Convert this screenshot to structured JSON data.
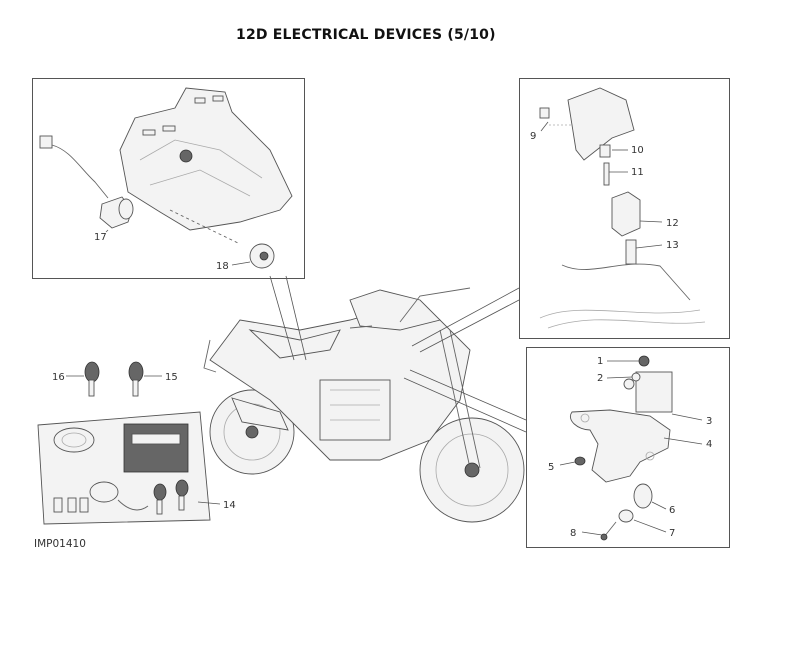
{
  "header": {
    "title": "12D ELECTRICAL DEVICES (5/10)"
  },
  "figure": {
    "code": "IMP01410"
  },
  "callouts": {
    "c1": "1",
    "c2": "2",
    "c3": "3",
    "c4": "4",
    "c5": "5",
    "c6": "6",
    "c7": "7",
    "c8": "8",
    "c9": "9",
    "c10": "10",
    "c11": "11",
    "c12": "12",
    "c13": "13",
    "c14": "14",
    "c15": "15",
    "c16": "16",
    "c17": "17",
    "c18": "18"
  }
}
